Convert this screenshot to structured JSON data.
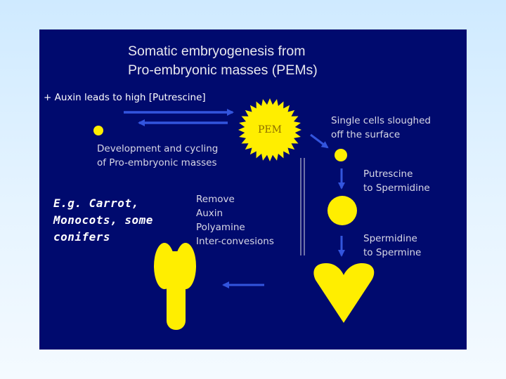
{
  "title": "Somatic embryogenesis from\nPro-embryonic masses (PEMs)",
  "labels": {
    "auxin": "+ Auxin leads to high [Putrescine]",
    "development": "Development and cycling\nof Pro-embryonic masses",
    "pem": "PEM",
    "single_cells": "Single cells sloughed\noff the surface",
    "putrescine": "Putrescine\nto Spermidine",
    "spermidine": "Spermidine\nto Spermine",
    "remove": "Remove\nAuxin\nPolyamine\nInter-convesions",
    "example": "E.g. Carrot,\nMonocots, some\nconifers"
  },
  "colors": {
    "slide_background": "#000a6e",
    "shape_yellow": "#ffee00",
    "arrow_blue": "#3355dd"
  }
}
